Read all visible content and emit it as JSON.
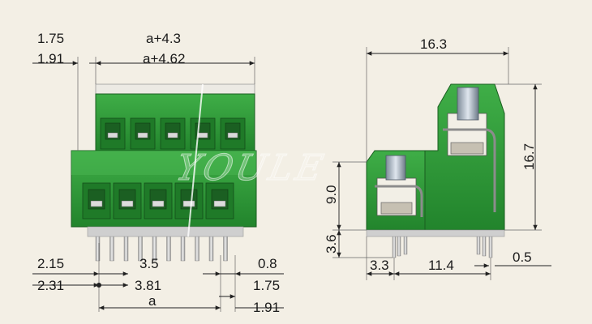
{
  "front_view": {
    "top_dims": {
      "pitch_label": "a+4.3",
      "pitch_label_alt": "a+4.62",
      "margin_label": "1.75",
      "margin_label_alt": "1.91"
    },
    "bottom_dims": {
      "pin_offset": "2.15",
      "pin_offset_alt": "2.31",
      "pin_pitch": "3.5",
      "pin_pitch_alt": "3.81",
      "pin_width": "0.8",
      "end_margin": "1.75",
      "end_margin_alt": "1.91",
      "overall": "a"
    },
    "upper_terminals": 5,
    "lower_terminals": 5,
    "body_color": "#2e9a3a",
    "body_dark": "#1f7a28",
    "pin_color": "#c9c9c9"
  },
  "side_view": {
    "width": "16.3",
    "height": "16.7",
    "lower_height": "9.0",
    "pin_length": "3.6",
    "pin_offset": "3.3",
    "pin_spacing": "11.4",
    "pin_thickness": "0.5"
  },
  "watermark_text": "YOULE"
}
